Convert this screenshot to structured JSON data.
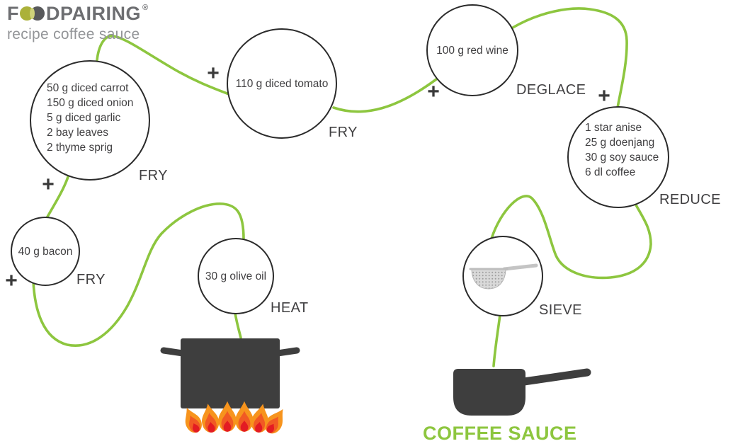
{
  "brand": {
    "logo_f": "F",
    "logo_rest": "DPAIRING",
    "registered": "®",
    "subtitle": "recipe coffee sauce"
  },
  "plus": "+",
  "nodes": {
    "veggies": {
      "ingredients": "50 g diced carrot\n150 g diced onion\n5 g diced garlic\n2 bay leaves\n2 thyme sprig",
      "action": "FRY"
    },
    "tomato": {
      "ingredients": "110 g diced tomato",
      "action": "FRY"
    },
    "redwine": {
      "ingredients": "100 g red wine",
      "action": "DEGLACE"
    },
    "spices": {
      "ingredients": "1 star anise\n25 g doenjang\n30 g soy sauce\n6 dl coffee",
      "action": "REDUCE"
    },
    "bacon": {
      "ingredients": "40 g bacon",
      "action": "FRY"
    },
    "oliveoil": {
      "ingredients": "30 g olive oil",
      "action": "HEAT"
    },
    "sieve": {
      "action": "SIEVE"
    }
  },
  "result": {
    "label": "COFFEE SAUCE"
  },
  "colors": {
    "accent_green": "#8dc63f",
    "text_dark": "#414042",
    "circle_stroke": "#2b2b2b",
    "cookware_gray": "#3e3e3e",
    "flame_outer": "#f7941d",
    "flame_mid": "#f15a24",
    "flame_core": "#e31b23",
    "logo_gray": "#6d6e71",
    "logo_green": "#abb13a"
  }
}
